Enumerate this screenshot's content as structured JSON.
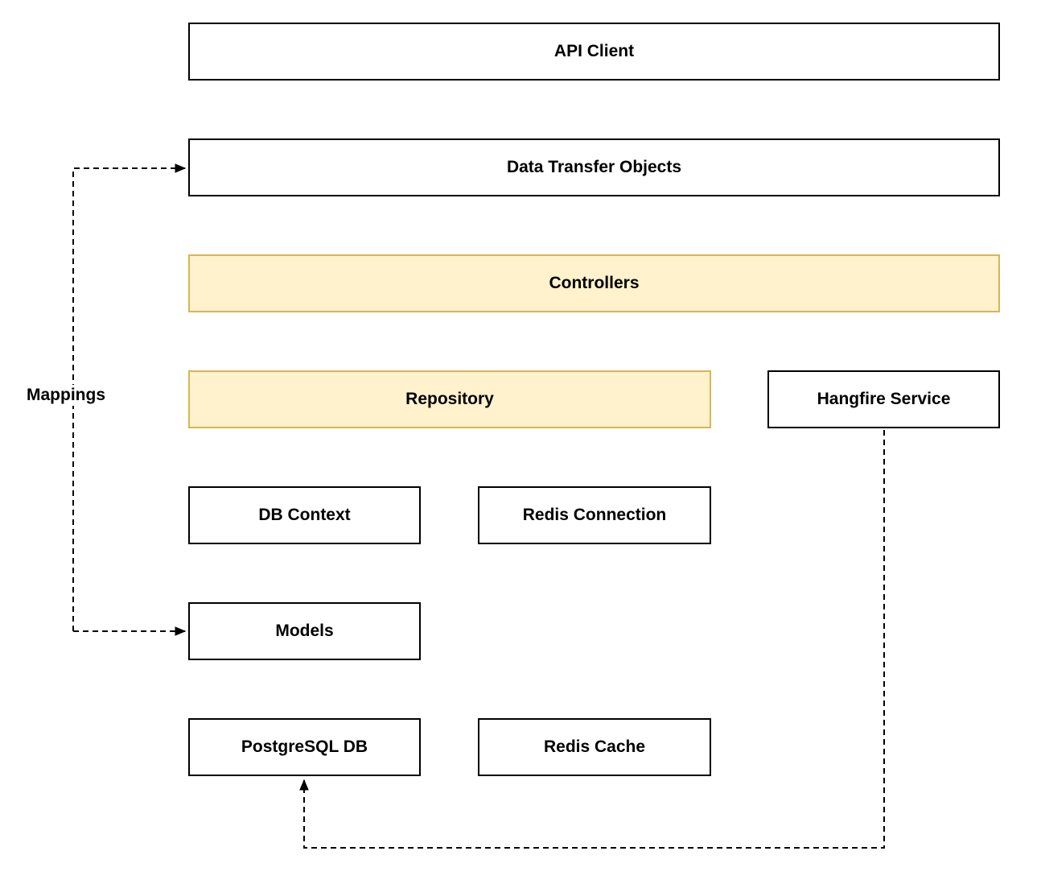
{
  "diagram": {
    "title": "Layered API architecture diagram",
    "colors": {
      "background": "#ffffff",
      "node_fill": "#ffffff",
      "node_border": "#000000",
      "highlight_fill": "#fff2cc",
      "highlight_border": "#d6b656",
      "text": "#000000",
      "connector": "#000000"
    },
    "nodes": [
      {
        "id": "api-client",
        "label": "API Client",
        "style": "plain"
      },
      {
        "id": "data-transfer-objects",
        "label": "Data Transfer Objects",
        "style": "plain"
      },
      {
        "id": "controllers",
        "label": "Controllers",
        "style": "highlight"
      },
      {
        "id": "repository",
        "label": "Repository",
        "style": "highlight"
      },
      {
        "id": "hangfire-service",
        "label": "Hangfire Service",
        "style": "plain"
      },
      {
        "id": "db-context",
        "label": "DB Context",
        "style": "plain"
      },
      {
        "id": "redis-connection",
        "label": "Redis Connection",
        "style": "plain"
      },
      {
        "id": "models",
        "label": "Models",
        "style": "plain"
      },
      {
        "id": "postgresql-db",
        "label": "PostgreSQL DB",
        "style": "plain"
      },
      {
        "id": "redis-cache",
        "label": "Redis Cache",
        "style": "plain"
      }
    ],
    "edge_label": "Mappings",
    "connectors": [
      {
        "from": "Mappings",
        "to": "Data Transfer Objects",
        "style": "dashed",
        "arrow": "end"
      },
      {
        "from": "Mappings",
        "to": "Models",
        "style": "dashed",
        "arrow": "end"
      },
      {
        "from": "Hangfire Service",
        "to": "PostgreSQL DB",
        "style": "dashed",
        "arrow": "end"
      }
    ]
  }
}
